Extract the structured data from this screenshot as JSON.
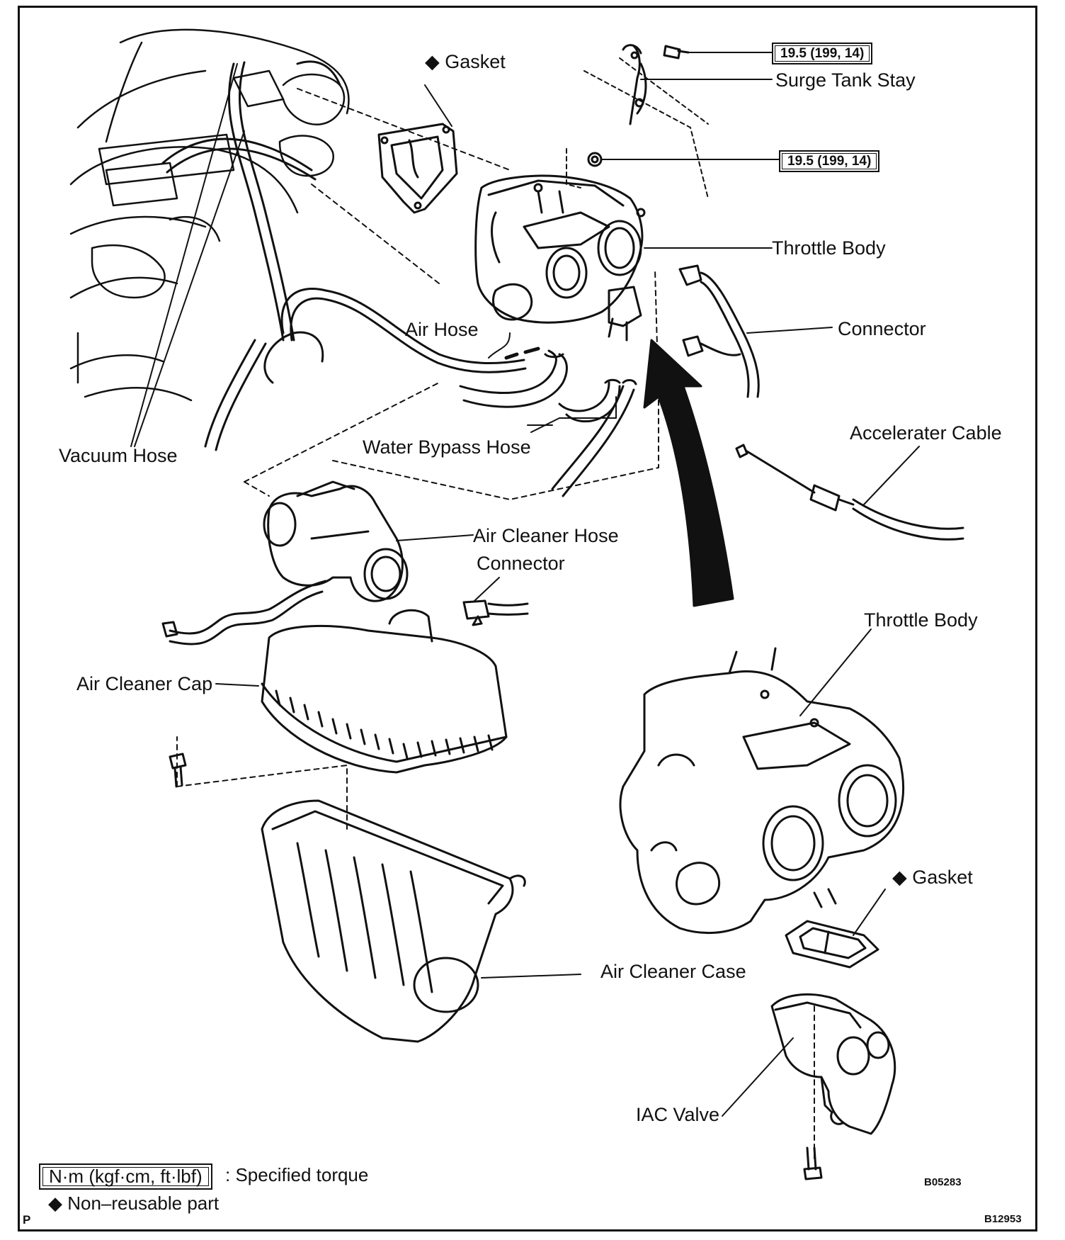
{
  "labels": {
    "gasket_top": "◆ Gasket",
    "torque_1": "19.5 (199, 14)",
    "surge_tank_stay": "Surge Tank Stay",
    "torque_2": "19.5 (199, 14)",
    "throttle_body_top": "Throttle Body",
    "connector_top": "Connector",
    "air_hose": "Air Hose",
    "accelerater_cable": "Accelerater Cable",
    "water_bypass_hose": "Water Bypass Hose",
    "vacuum_hose": "Vacuum Hose",
    "air_cleaner_hose": "Air Cleaner Hose",
    "connector_mid": "Connector",
    "throttle_body_detail": "Throttle Body",
    "air_cleaner_cap": "Air Cleaner Cap",
    "gasket_detail": "◆ Gasket",
    "air_cleaner_case": "Air Cleaner Case",
    "iac_valve": "IAC Valve"
  },
  "legend": {
    "torque_unit": "N·m (kgf·cm, ft·lbf)",
    "torque_desc": ": Specified torque",
    "nonreusable": "◆ Non–reusable part"
  },
  "codes": {
    "figure_1": "B05283",
    "figure_2": "B12953",
    "corner": "P"
  }
}
